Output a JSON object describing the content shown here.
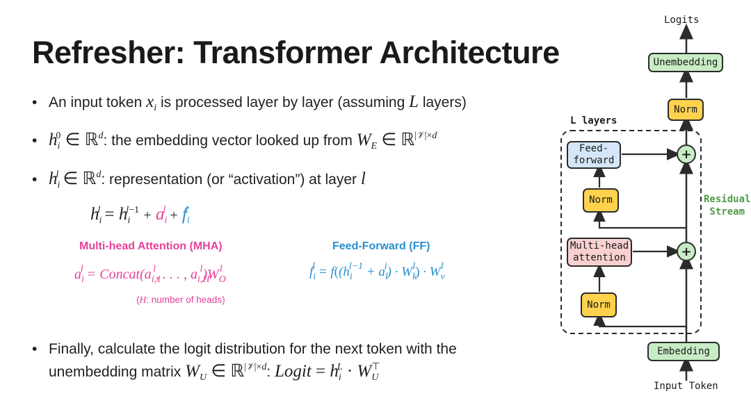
{
  "title": "Refresher: Transformer Architecture",
  "bullets": [
    "An input token x_i is processed layer by layer (assuming L layers)",
    "h_i^0 ∈ ℝ^d: the embedding vector looked up from W_E ∈ ℝ^{|𝒱|×d}",
    "h_i^l ∈ ℝ^d: representation (or “activation”) at layer l"
  ],
  "text": {
    "b1_a": "An input token ",
    "b1_b": " is processed layer by layer (assuming ",
    "b1_c": " layers)",
    "b2_a": ": the embedding vector looked up from ",
    "b3_a": ": representation (or “activation”) at layer ",
    "final_a": "Finally, calculate the logit distribution for the next token with the",
    "final_b": "unembedding matrix ",
    "final_c": ": "
  },
  "equation": "h_i^l = h_i^{l-1} + a_i^l + f_i^l",
  "mha": {
    "label": "Multi-head Attention (MHA)",
    "formula": "a_i^l = Concat(a_{i,1}^l, ..., a_{i,H}^l) W_O^l",
    "note": "(H: number of heads)"
  },
  "ff": {
    "label": "Feed-Forward (FF)",
    "formula": "f_i^l = f((h_i^{l-1} + a_i^l) · W_k^l) · W_v^l"
  },
  "final_formula": "Logit = h_i^L · W_U^T",
  "diagram": {
    "logits": "Logits",
    "unembedding": "Unembedding",
    "norm_top": "Norm",
    "layers_label": "L layers",
    "feed_forward": "Feed-\nforward",
    "norm_mid": "Norm",
    "multi_head": "Multi-head\nattention",
    "norm_low": "Norm",
    "embedding": "Embedding",
    "input_token": "Input Token",
    "residual": "Residual\nStream",
    "plus": "+"
  },
  "colors": {
    "attention": "#e6409a",
    "feedforward": "#2a8fcc",
    "residual": "#4e9b48",
    "green_box": "#c8ecc4",
    "yellow_box": "#ffd24d",
    "blue_box": "#d4e6f8",
    "pink_box": "#f8d0d0"
  }
}
